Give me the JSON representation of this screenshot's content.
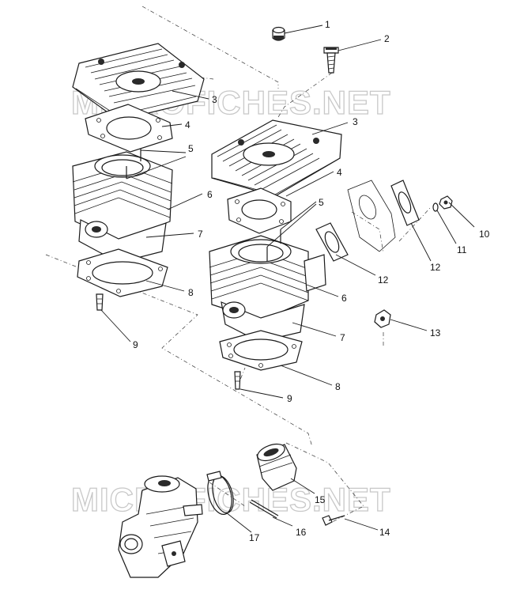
{
  "watermark": "MICROFICHES.NET",
  "callouts": {
    "c1": "1",
    "c2": "2",
    "c3a": "3",
    "c3b": "3",
    "c4a": "4",
    "c4b": "4",
    "c5a": "5",
    "c5b": "5",
    "c6a": "6",
    "c6b": "6",
    "c7a": "7",
    "c7b": "7",
    "c8a": "8",
    "c8b": "8",
    "c9a": "9",
    "c9b": "9",
    "c10": "10",
    "c11": "11",
    "c12a": "12",
    "c12b": "12",
    "c13": "13",
    "c14": "14",
    "c15": "15",
    "c16": "16",
    "c17": "17"
  }
}
